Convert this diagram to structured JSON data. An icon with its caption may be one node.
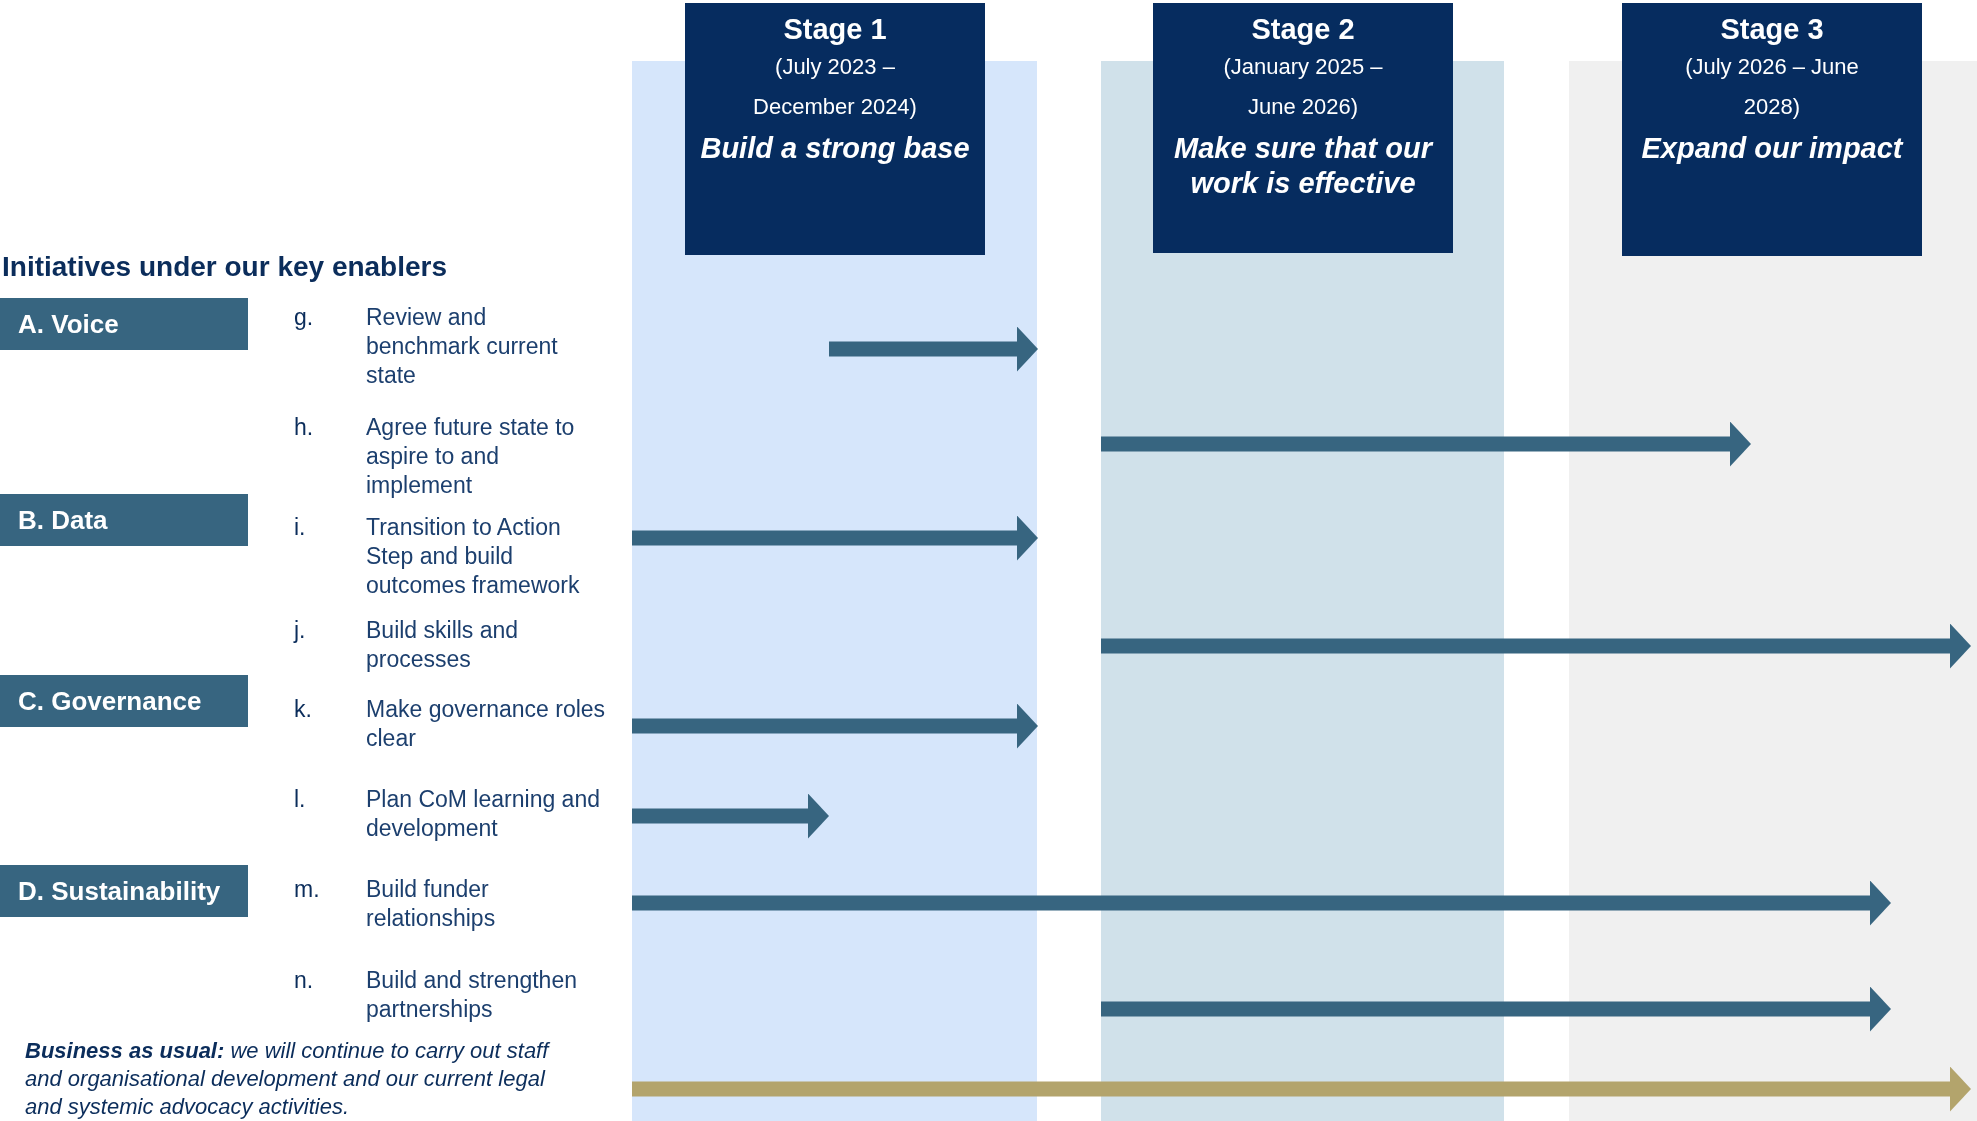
{
  "diagram": {
    "nodes": [
      {
        "text": [
          "Stage 1",
          "(July 2023 – December 2024)",
          "Build a strong base"
        ]
      },
      {
        "text": [
          "Stage 2",
          "(January 2025 – June 2026)",
          "Make sure that our work is effective"
        ]
      },
      {
        "text": [
          "Stage 3",
          "(July 2026 – June 2028)",
          "Expand our impact"
        ]
      },
      {
        "text": [
          "A. Voice"
        ]
      },
      {
        "text": [
          "B. Data"
        ]
      },
      {
        "text": [
          "C. Governance"
        ]
      },
      {
        "text": [
          "D. Sustainability"
        ]
      }
    ],
    "labels": [
      "Initiatives under our key enablers",
      "g.",
      "Review and benchmark current state",
      "h.",
      "Agree future state to aspire to and implement",
      "i.",
      "Transition to Action Step and build outcomes framework",
      "j.",
      "Build skills and processes",
      "k.",
      "Make governance roles clear",
      "l.",
      "Plan CoM learning and development",
      "m.",
      "Build funder relationships",
      "n.",
      "Build and strengthen partnerships",
      "**Business as usual:** we will continue to carry out staff and organisational development and our current legal and systemic advocacy activities."
    ]
  }
}
